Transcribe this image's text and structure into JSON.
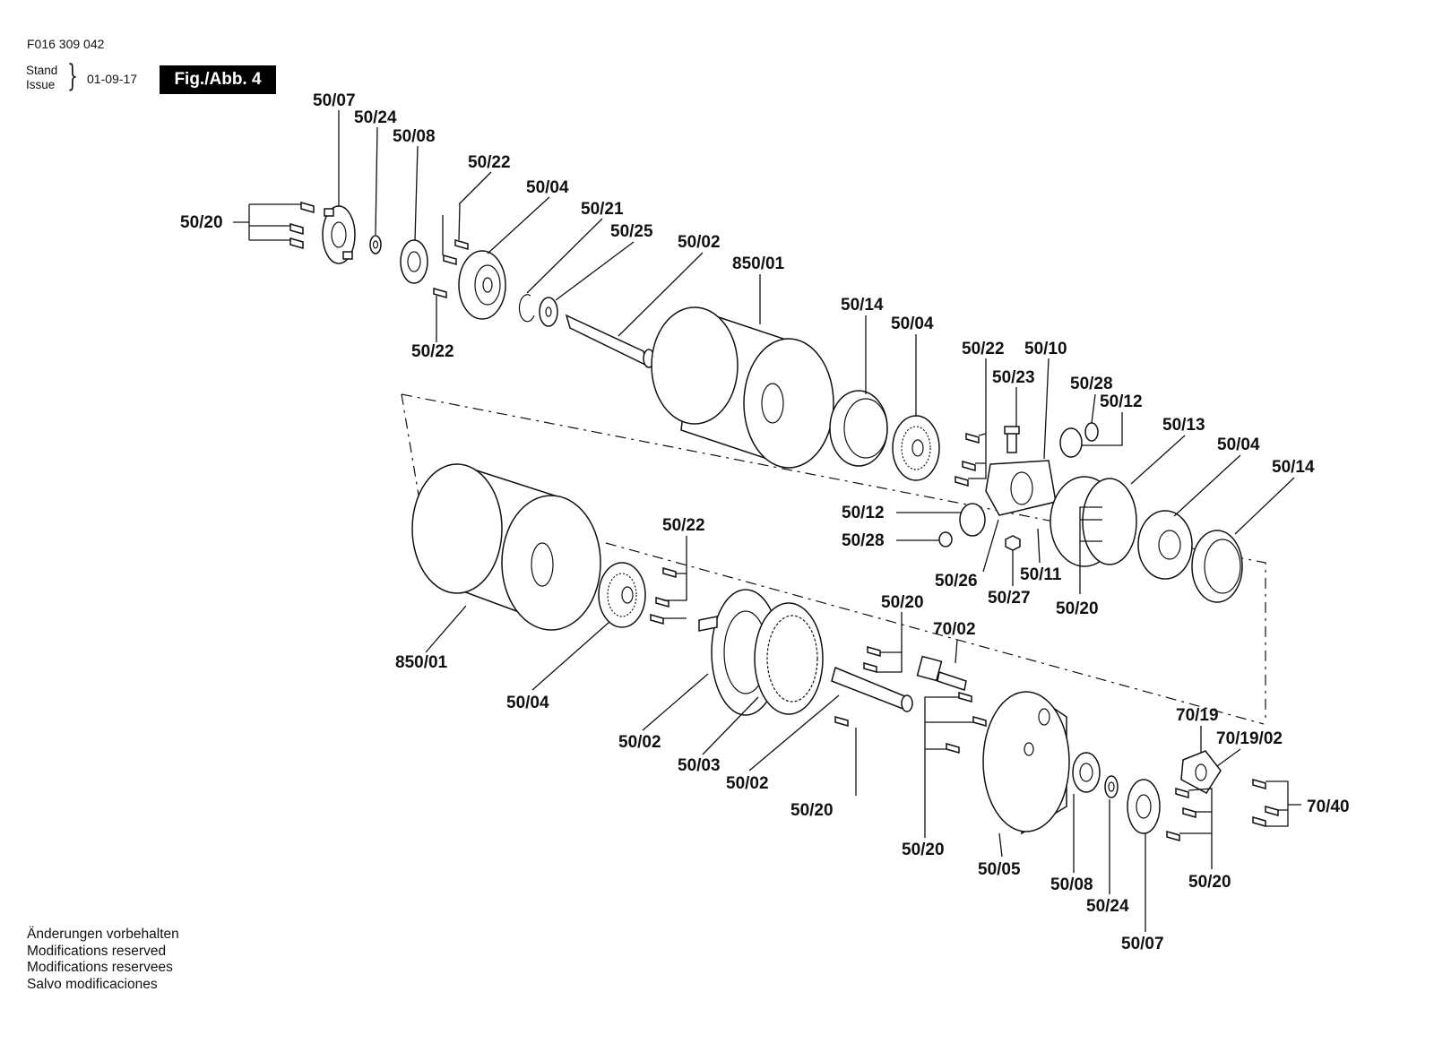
{
  "header": {
    "doc_code": "F016 309 042",
    "stand_label": "Stand",
    "issue_label": "Issue",
    "date": "01-09-17",
    "fig_label": "Fig./Abb. 4"
  },
  "footer": {
    "lines": [
      "Änderungen vorbehalten",
      "Modifications reserved",
      "Modifications reservees",
      "Salvo modificaciones"
    ]
  },
  "parts": {
    "p50_07_a": "50/07",
    "p50_24_a": "50/24",
    "p50_08_a": "50/08",
    "p50_22_a": "50/22",
    "p50_04_a": "50/04",
    "p50_21": "50/21",
    "p50_25": "50/25",
    "p50_02_a": "50/02",
    "p850_01_a": "850/01",
    "p50_20_a": "50/20",
    "p50_22_b": "50/22",
    "p50_14_a": "50/14",
    "p50_04_b": "50/04",
    "p50_22_c": "50/22",
    "p50_10": "50/10",
    "p50_23": "50/23",
    "p50_28_a": "50/28",
    "p50_12_a": "50/12",
    "p50_13": "50/13",
    "p50_04_c": "50/04",
    "p50_14_b": "50/14",
    "p50_12_b": "50/12",
    "p50_28_b": "50/28",
    "p50_26": "50/26",
    "p50_27": "50/27",
    "p50_11": "50/11",
    "p50_20_b": "50/20",
    "p50_22_d": "50/22",
    "p850_01_b": "850/01",
    "p50_04_d": "50/04",
    "p50_20_c": "50/20",
    "p70_02": "70/02",
    "p50_02_b": "50/02",
    "p50_03": "50/03",
    "p50_02_c": "50/02",
    "p50_20_d": "50/20",
    "p70_19": "70/19",
    "p70_19_02": "70/19/02",
    "p70_40": "70/40",
    "p50_20_e": "50/20",
    "p50_05": "50/05",
    "p50_08_b": "50/08",
    "p50_24_b": "50/24",
    "p50_07_b": "50/07",
    "p50_20_f": "50/20"
  }
}
